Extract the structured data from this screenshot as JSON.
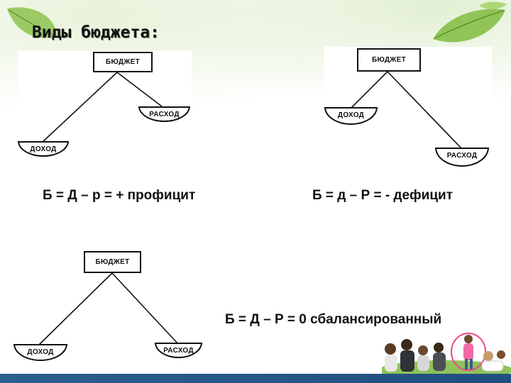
{
  "slide": {
    "title": "Виды бюджета:"
  },
  "diagrams": [
    {
      "budget_label": "БЮДЖЕТ",
      "income_label": "ДОХОД",
      "expense_label": "РАСХОД",
      "formula": "Б = Д – р = + профицит"
    },
    {
      "budget_label": "БЮДЖЕТ",
      "income_label": "ДОХОД",
      "expense_label": "РАСХОД",
      "formula": "Б = д – Р = - дефицит"
    },
    {
      "budget_label": "БЮДЖЕТ",
      "income_label": "ДОХОД",
      "expense_label": "РАСХОД",
      "formula": "Б = Д – Р = 0 сбалансированный"
    }
  ],
  "colors": {
    "leaf_green": "#7fb843",
    "bar_blue": "#1f4f80",
    "ink": "#111111"
  }
}
